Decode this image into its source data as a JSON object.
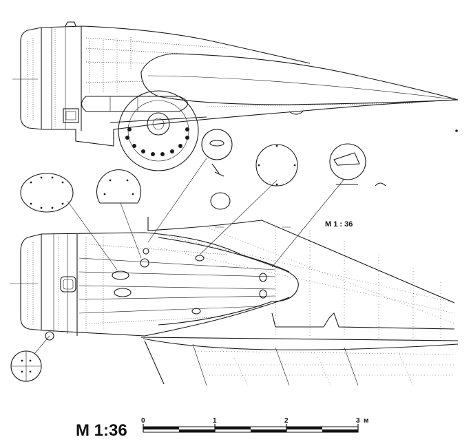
{
  "labels": {
    "detail_scale": "M 1 : 36",
    "main_scale": "M 1:36"
  },
  "scale_bar": {
    "ticks": [
      "0",
      "1",
      "2",
      "3"
    ],
    "unit": "м",
    "max_value": 3
  }
}
